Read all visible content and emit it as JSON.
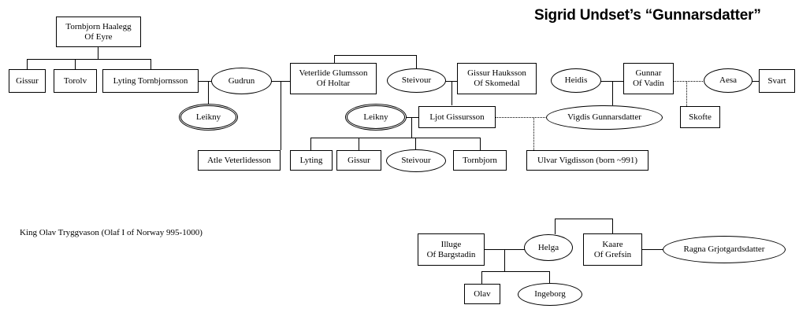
{
  "title": "Sigrid Undset’s “Gunnarsdatter”",
  "captions": {
    "king_note": "King Olav Tryggvason (Olaf I of Norway 995-1000)"
  },
  "colors": {
    "line": "#000000",
    "background": "#ffffff",
    "text": "#000000"
  },
  "nodes": {
    "tornbjorn_haalegg": "Tornbjorn Haalegg\nOf Eyre",
    "gissur_1": "Gissur",
    "torolv": "Torolv",
    "lyting_tornbjornsson": "Lyting Tornbjornsson",
    "gudrun": "Gudrun",
    "veterlide_glumsson": "Veterlide Glumsson\nOf Holtar",
    "steivour_1": "Steivour",
    "gissur_hauksson": "Gissur Hauksson\nOf Skomedal",
    "heidis": "Heidis",
    "gunnar_of_vadin": "Gunnar\nOf Vadin",
    "aesa": "Aesa",
    "svart": "Svart",
    "leikny_1": "Leikny",
    "leikny_2": "Leikny",
    "ljot_gissursson": "Ljot Gissursson",
    "vigdis_gunnarsdatter": "Vigdis Gunnarsdatter",
    "skofte": "Skofte",
    "atle_veterlidesson": "Atle Veterlidesson",
    "lyting_2": "Lyting",
    "gissur_2": "Gissur",
    "steivour_2": "Steivour",
    "tornbjorn_2": "Tornbjorn",
    "ulvar_vigdisson": "Ulvar Vigdisson (born ~991)",
    "illuge_of_bargstadin": "Illuge\nOf Bargstadin",
    "helga": "Helga",
    "kaare_of_grefsin": "Kaare\nOf Grefsin",
    "ragna_grjotgardsdatter": "Ragna Grjotgardsdatter",
    "olav": "Olav",
    "ingeborg": "Ingeborg"
  }
}
